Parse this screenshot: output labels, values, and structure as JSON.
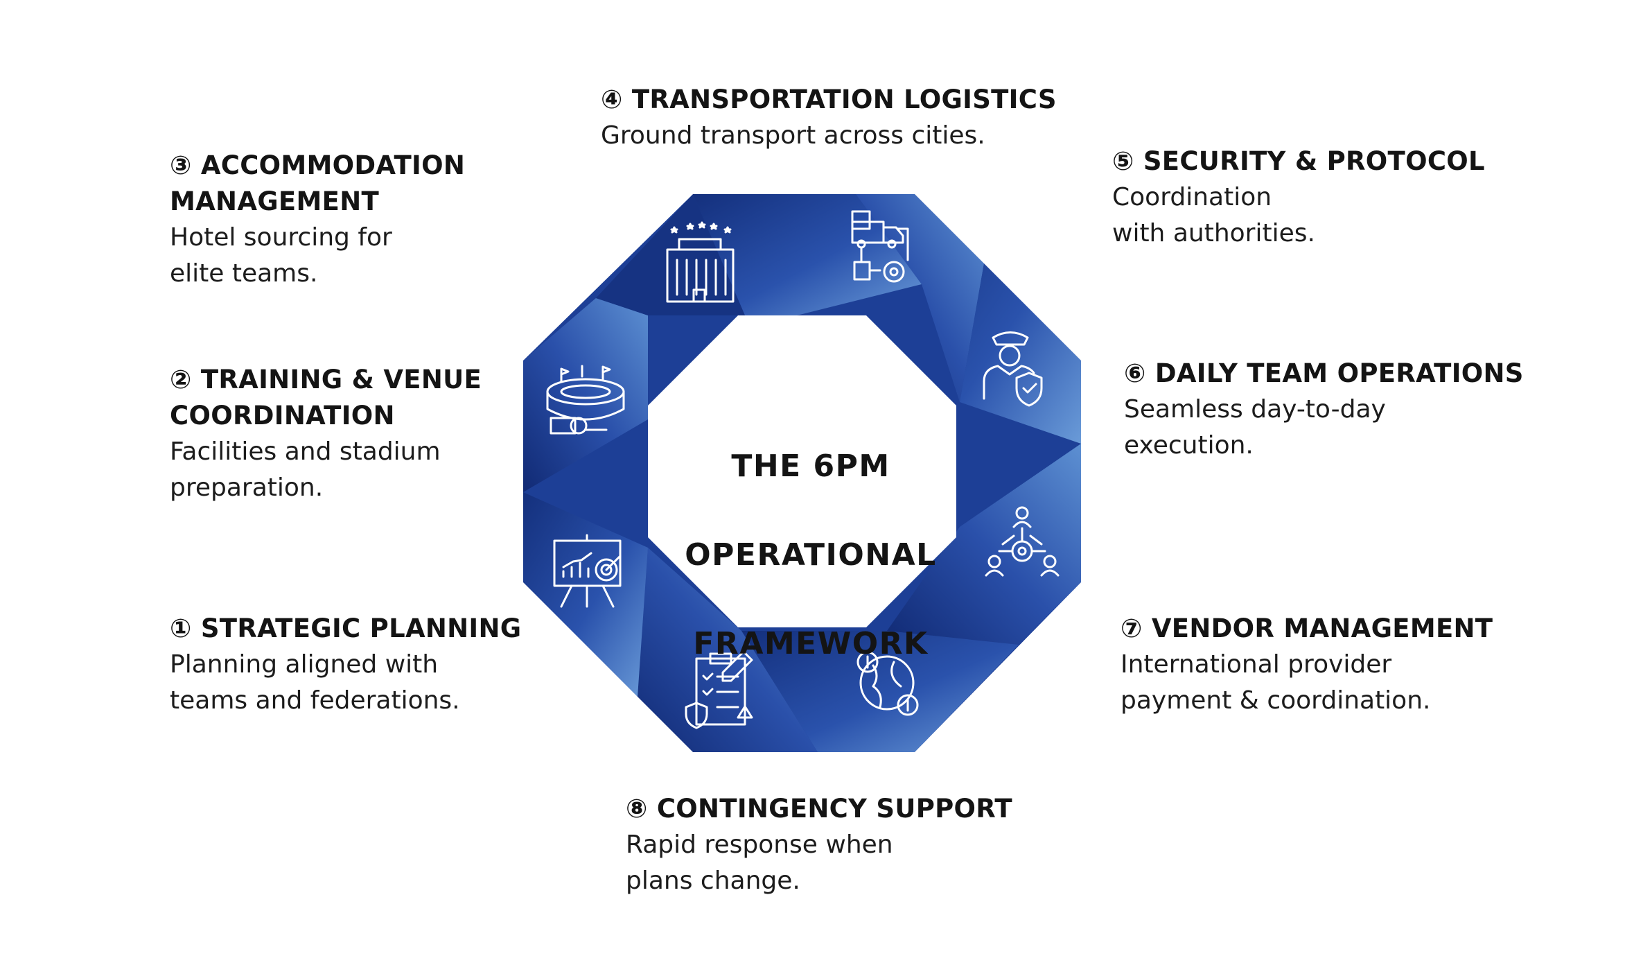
{
  "framework": {
    "title_line1": "THE 6PM",
    "title_line2": "OPERATIONAL",
    "title_line3": "FRAMEWORK"
  },
  "colors": {
    "dark_blue": "#16317f",
    "mid_blue": "#2c56b0",
    "light_blue": "#5b8fd3",
    "icon_white": "#ffffff",
    "text": "#141414"
  },
  "items": [
    {
      "number": "①",
      "title": "STRATEGIC PLANNING",
      "desc": "Planning aligned with\nteams and federations.",
      "icon": "presentation-target-icon"
    },
    {
      "number": "②",
      "title": "TRAINING & VENUE\nCOORDINATION",
      "desc": "Facilities and stadium\npreparation.",
      "icon": "stadium-icon"
    },
    {
      "number": "③",
      "title": "ACCOMMODATION\nMANAGEMENT",
      "desc": "Hotel sourcing for\nelite teams.",
      "icon": "hotel-icon"
    },
    {
      "number": "④",
      "title": "TRANSPORTATION LOGISTICS",
      "desc": "Ground transport across cities.",
      "icon": "truck-logistics-icon"
    },
    {
      "number": "⑤",
      "title": "SECURITY & PROTOCOL",
      "desc": "Coordination\nwith authorities.",
      "icon": "security-officer-icon"
    },
    {
      "number": "⑥",
      "title": "DAILY TEAM OPERATIONS",
      "desc": "Seamless day-to-day\nexecution.",
      "icon": "team-network-icon"
    },
    {
      "number": "⑦",
      "title": "VENDOR MANAGEMENT",
      "desc": "International provider\npayment & coordination.",
      "icon": "global-payment-icon"
    },
    {
      "number": "⑧",
      "title": "CONTINGENCY SUPPORT",
      "desc": "Rapid response when\nplans change.",
      "icon": "checklist-shield-icon"
    }
  ]
}
